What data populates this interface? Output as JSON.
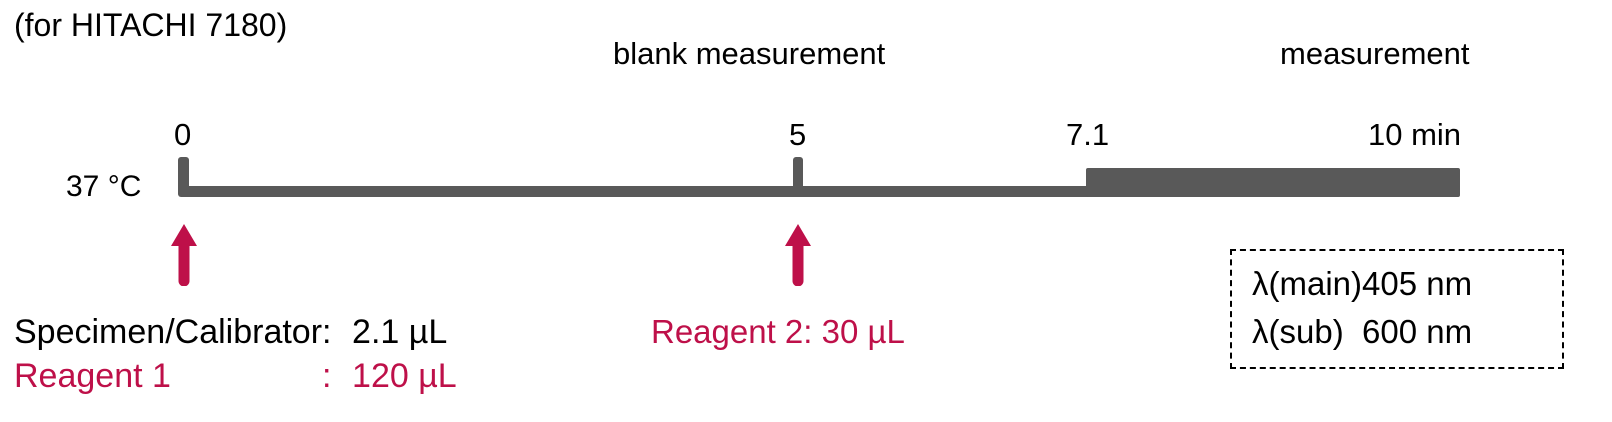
{
  "header": {
    "instrument_note": "(for HITACHI 7180)"
  },
  "phases": [
    {
      "name": "blank-measurement",
      "label": "blank measurement"
    },
    {
      "name": "measurement",
      "label": "measurement"
    }
  ],
  "timeline": {
    "temperature": "37 °C",
    "axis_color": "#595959",
    "ticks": [
      {
        "name": "t0",
        "label": "0"
      },
      {
        "name": "t5",
        "label": "5"
      },
      {
        "name": "t71",
        "label": "7.1"
      },
      {
        "name": "t10",
        "label": "10 min"
      }
    ]
  },
  "additions": [
    {
      "name": "specimen-calibrator",
      "label": "Specimen/Calibrator",
      "colon": ":",
      "volume": "2.1 µL",
      "color": "#000000"
    },
    {
      "name": "reagent-1",
      "label": "Reagent 1",
      "colon": ":",
      "volume": "120 µL",
      "color": "#BE1049"
    }
  ],
  "reagent2": {
    "label": "Reagent 2: 30 µL",
    "color": "#BE1049"
  },
  "wavelengths": {
    "rows": [
      {
        "name": "lambda-main",
        "key": "λ(main)",
        "value": "405 nm"
      },
      {
        "name": "lambda-sub",
        "key": "λ(sub)",
        "value": "600 nm"
      }
    ]
  },
  "chart_data": {
    "type": "line",
    "title": "Reaction time course (for HITACHI 7180)",
    "xlabel": "min",
    "ylabel": "",
    "xlim": [
      0,
      10
    ],
    "grid": false,
    "legend": "none",
    "categories": [
      "0",
      "5",
      "7.1",
      "10"
    ],
    "annotations": [
      {
        "at": 0,
        "text": "Specimen/Calibrator : 2.1 µL"
      },
      {
        "at": 0,
        "text": "Reagent 1 : 120 µL"
      },
      {
        "at": 5,
        "text": "Reagent 2: 30 µL"
      },
      {
        "at": 2.5,
        "text": "blank measurement"
      },
      {
        "at": 8.5,
        "text": "measurement"
      },
      {
        "at": 0,
        "text": "37 °C"
      },
      {
        "at": 10,
        "text": "λ(main) 405 nm / λ(sub) 600 nm"
      }
    ],
    "segments": [
      {
        "name": "incubation",
        "from": 0,
        "to": 7.1,
        "style": "thin-line"
      },
      {
        "name": "photometry",
        "from": 7.1,
        "to": 10,
        "style": "thick-bar"
      }
    ]
  }
}
